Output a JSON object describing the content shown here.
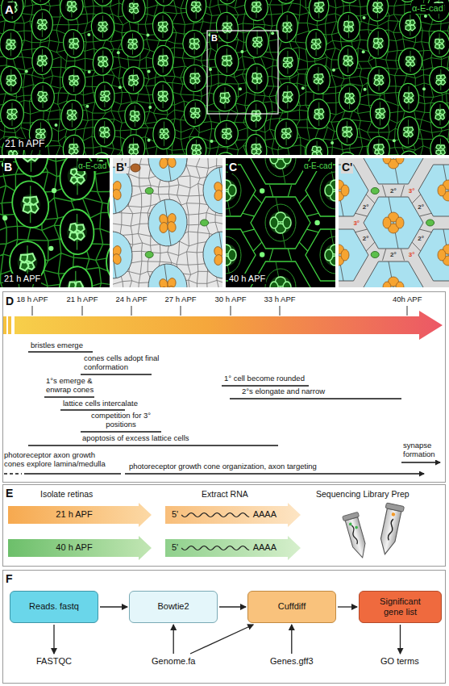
{
  "diagram": {
    "nodes": [
      {
        "text": [
          "21 h APF"
        ]
      },
      {
        "text": [
          "5'",
          "AAAA"
        ]
      },
      {
        "text": [
          "40 h APF"
        ]
      },
      {
        "text": [
          "5'",
          "AAAA"
        ]
      },
      {
        "text": [
          "Reads. fastq"
        ]
      },
      {
        "text": [
          "Bowtie2"
        ]
      },
      {
        "text": [
          "Cuffdiff"
        ]
      },
      {
        "text": [
          "Significant gene list"
        ]
      },
      {
        "text": [
          "FASTQC"
        ]
      },
      {
        "text": [
          "Genome.fa"
        ]
      },
      {
        "text": [
          "Genes.gff3"
        ]
      },
      {
        "text": [
          "GO terms"
        ]
      }
    ],
    "edges": [
      {
        "from": 4,
        "to": 5,
        "arrow": "to"
      },
      {
        "from": 5,
        "to": 6,
        "arrow": "to"
      },
      {
        "from": 6,
        "to": 7,
        "arrow": "to"
      },
      {
        "from": 4,
        "to": 8,
        "arrow": "to"
      },
      {
        "from": 9,
        "to": 5,
        "arrow": "to"
      },
      {
        "from": 9,
        "to": 6,
        "arrow": "to"
      },
      {
        "from": 10,
        "to": 6,
        "arrow": "to"
      },
      {
        "from": 7,
        "to": 11,
        "arrow": "to"
      }
    ],
    "labels": [
      "A",
      "α-E-cad",
      "B",
      "21 h APF",
      "B",
      "α-E-cad",
      "21 h APF",
      "B'",
      "C",
      "α-E-cad",
      "40 h APF",
      "C'",
      "2°",
      "3°",
      "2°",
      "2°",
      "3°",
      "2°",
      "2°",
      "3°",
      "2°",
      "D",
      "18 h APF",
      "21 h APF",
      "24 h APF",
      "27 h APF",
      "30 h APF",
      "33 h APF",
      "40h APF",
      "bristles emerge",
      "cones cells adopt final conformation",
      "1°s emerge & enwrap cones",
      "lattice cells intercalate",
      "competition for 3° positions",
      "apoptosis of excess lattice cells",
      "1° cell become rounded",
      "2°s elongate and narrow",
      "synapse formation",
      "photoreceptor axon growth cones explore lamina/medulla",
      "photoreceptor growth cone organization, axon targeting",
      "E",
      "Isolate retinas",
      "Extract RNA",
      "Sequencing Library Prep",
      "F"
    ]
  }
}
